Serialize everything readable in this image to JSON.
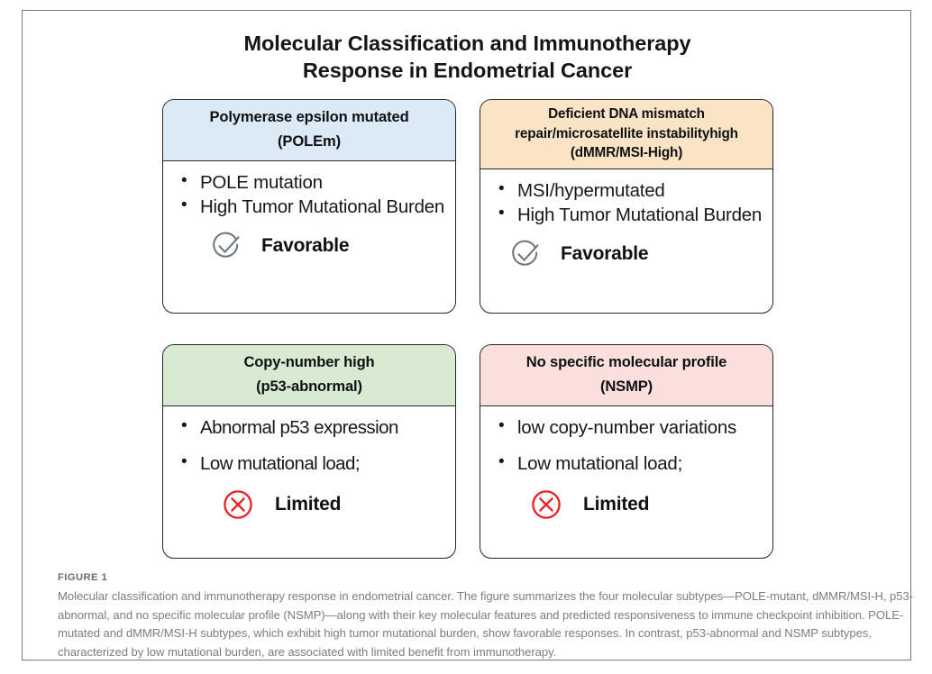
{
  "figure": {
    "title_lines": [
      "Molecular Classification and Immunotherapy",
      "Response in Endometrial Cancer"
    ],
    "caption_label": "FIGURE 1",
    "caption_text": "Molecular classification and immunotherapy response in endometrial cancer. The figure summarizes the four molecular subtypes—POLE-mutant, dMMR/MSI-H, p53-abnormal, and no specific molecular profile (NSMP)—along with their key molecular features and predicted responsiveness to immune checkpoint inhibition. POLE-mutated and dMMR/MSI-H subtypes, which exhibit high tumor mutational burden, show favorable responses. In contrast, p53-abnormal and NSMP subtypes, characterized by low mutational burden, are associated with limited benefit from immunotherapy."
  },
  "cards": [
    {
      "id": "polem",
      "header_lines": [
        "Polymerase epsilon mutated",
        "(POLEm)"
      ],
      "header_color": "#dceaf8",
      "features": [
        "POLE mutation",
        "High Tumor Mutational Burden"
      ],
      "verdict_label": "Favorable",
      "verdict_icon": "check-circle-icon",
      "verdict_color": "#6f7780"
    },
    {
      "id": "dmmr-msi-high",
      "header_lines": [
        "Deficient DNA mismatch",
        "repair/microsatellite instabilityhigh",
        "(dMMR/MSI-High)"
      ],
      "header_color": "#fbe3c5",
      "features": [
        "MSI/hypermutated",
        "High Tumor Mutational Burden"
      ],
      "verdict_label": "Favorable",
      "verdict_icon": "check-circle-icon",
      "verdict_color": "#6f7780"
    },
    {
      "id": "p53-abnormal",
      "header_lines": [
        "Copy-number high",
        "(p53-abnormal)"
      ],
      "header_color": "#d9ead3",
      "features": [
        "Abnormal p53 expression",
        "Low mutational load;"
      ],
      "verdict_label": "Limited",
      "verdict_icon": "x-circle-icon",
      "verdict_color": "#ee1c23"
    },
    {
      "id": "nsmp",
      "header_lines": [
        "No specific molecular profile",
        "(NSMP)"
      ],
      "header_color": "#fadfdd",
      "features": [
        "low copy-number variations",
        "Low mutational load;"
      ],
      "verdict_label": "Limited",
      "verdict_icon": "x-circle-icon",
      "verdict_color": "#ee1c23"
    }
  ]
}
